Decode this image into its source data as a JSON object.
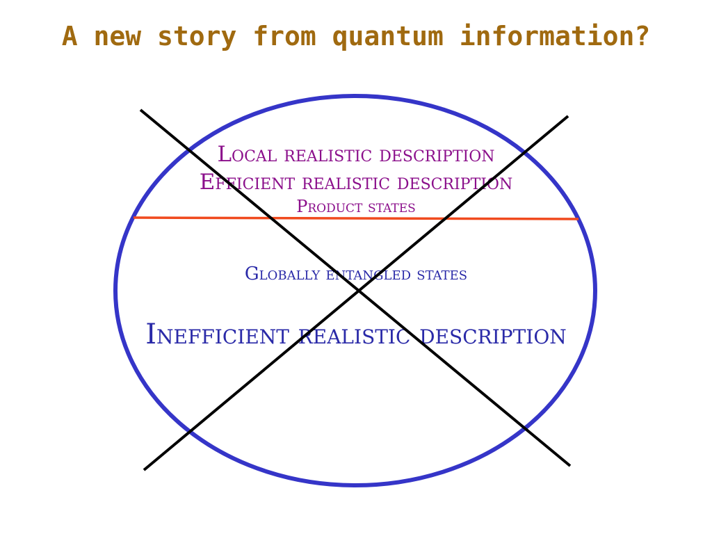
{
  "slide": {
    "title": "A new story from quantum information?"
  },
  "diagram": {
    "upper_region": {
      "line1": "Local realistic description",
      "line2": "Efficient realistic description",
      "line3": "Product states"
    },
    "lower_region": {
      "line1": "Globally entangled states",
      "line2": "Inefficient realistic description"
    },
    "colors": {
      "ellipse": "#3535c8",
      "divider": "#f04a1e",
      "cross": "#000000",
      "upper_text": "#8b0f8b",
      "lower_text": "#2a2aa8",
      "title": "#a06a10"
    }
  }
}
